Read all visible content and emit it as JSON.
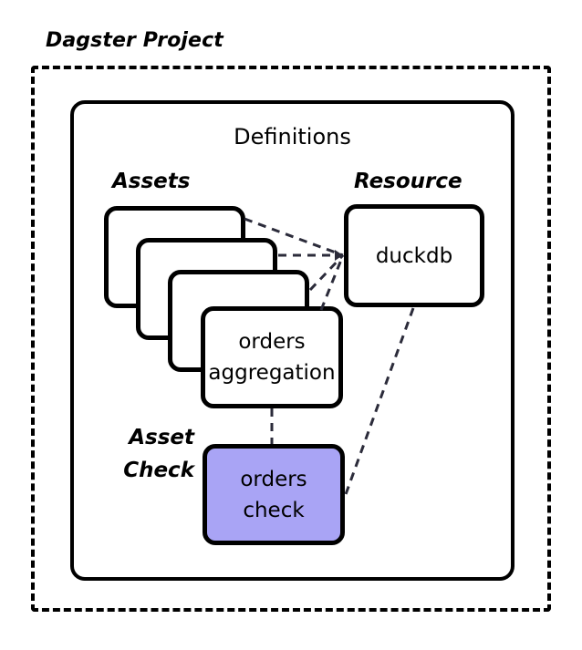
{
  "diagram": {
    "type": "block-diagram",
    "project": {
      "title": "Dagster Project",
      "boundary_style": "dashed"
    },
    "definitions": {
      "title": "Definitions",
      "boundary_style": "solid"
    },
    "groups": {
      "assets_label": "Assets",
      "resource_label": "Resource",
      "asset_check_label_line1": "Asset",
      "asset_check_label_line2": "Check"
    },
    "nodes": {
      "asset_stack": [
        {
          "label": ""
        },
        {
          "label": ""
        },
        {
          "label": ""
        }
      ],
      "asset_front_line1": "orders",
      "asset_front_line2": "aggregation",
      "resource_name": "duckdb",
      "asset_check_line1": "orders",
      "asset_check_line2": "check"
    },
    "colors": {
      "stroke": "#000000",
      "background": "#ffffff",
      "asset_check_fill": "#a9a4f5",
      "connector": "#2b2b3a"
    },
    "edges": [
      {
        "from": "asset-card-1",
        "to": "duckdb",
        "style": "dashed"
      },
      {
        "from": "asset-card-2",
        "to": "duckdb",
        "style": "dashed"
      },
      {
        "from": "asset-card-3",
        "to": "duckdb",
        "style": "dashed"
      },
      {
        "from": "orders-aggregation",
        "to": "duckdb",
        "style": "dashed"
      },
      {
        "from": "orders-aggregation",
        "to": "orders-check",
        "style": "dashed"
      },
      {
        "from": "duckdb",
        "to": "orders-check",
        "style": "dashed"
      }
    ]
  }
}
